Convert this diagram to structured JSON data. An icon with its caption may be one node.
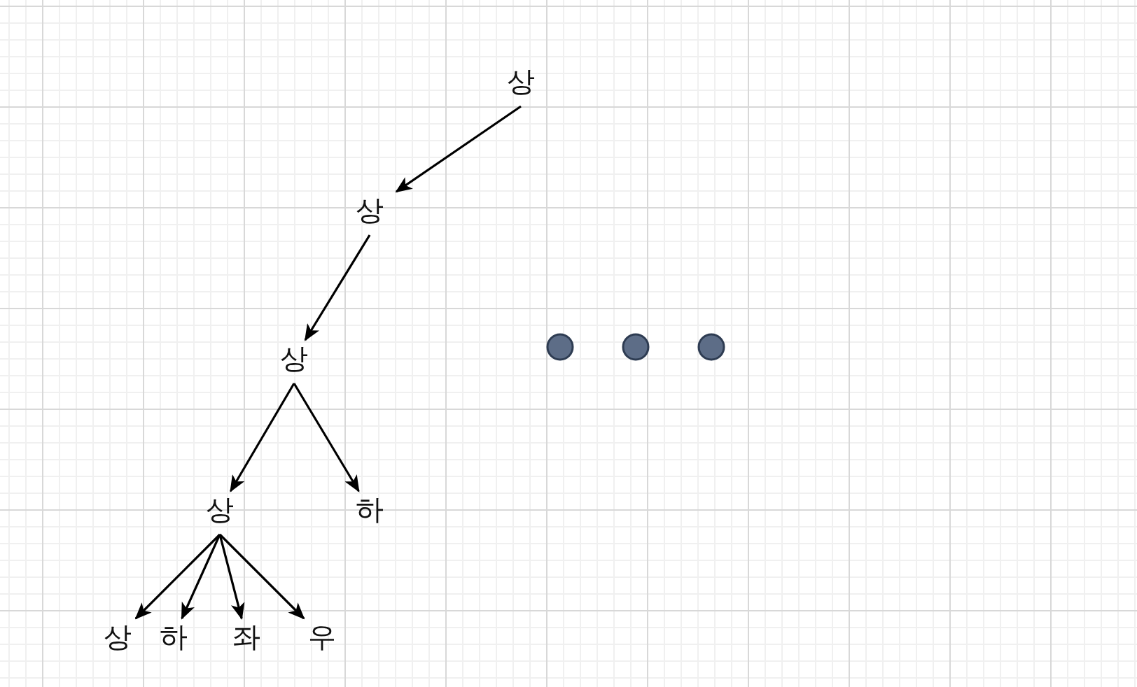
{
  "diagram": {
    "nodes": [
      {
        "text": [
          "상"
        ]
      },
      {
        "text": [
          "상"
        ]
      },
      {
        "text": [
          "상"
        ]
      },
      {
        "text": [
          "상"
        ]
      },
      {
        "text": [
          "하"
        ]
      },
      {
        "text": [
          "상"
        ]
      },
      {
        "text": [
          "하"
        ]
      },
      {
        "text": [
          "좌"
        ]
      },
      {
        "text": [
          "우"
        ]
      },
      {
        "text": [],
        "shape": "circle"
      },
      {
        "text": [],
        "shape": "circle"
      },
      {
        "text": [],
        "shape": "circle"
      }
    ],
    "edges": [
      {
        "from": 0,
        "to": 1,
        "arrow": "to"
      },
      {
        "from": 1,
        "to": 2,
        "arrow": "to"
      },
      {
        "from": 2,
        "to": 3,
        "arrow": "to"
      },
      {
        "from": 2,
        "to": 4,
        "arrow": "to"
      },
      {
        "from": 3,
        "to": 5,
        "arrow": "to"
      },
      {
        "from": 3,
        "to": 6,
        "arrow": "to"
      },
      {
        "from": 3,
        "to": 7,
        "arrow": "to"
      },
      {
        "from": 3,
        "to": 8,
        "arrow": "to"
      }
    ]
  }
}
